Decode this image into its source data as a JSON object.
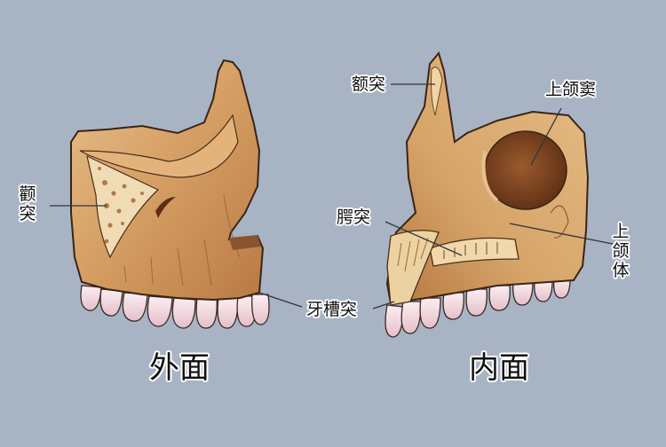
{
  "background_color": "#a8b4c4",
  "bone_color": "#d9a56a",
  "teeth_color": "#f3dde3",
  "views": [
    {
      "title": "外面",
      "description": "lateral view of maxilla"
    },
    {
      "title": "内面",
      "description": "medial view of maxilla"
    }
  ],
  "labels": {
    "zygomatic_process": "颧突",
    "frontal_process": "额突",
    "maxillary_sinus": "上颌窦",
    "palatine_process": "腭突",
    "maxilla_body": "上颌体",
    "alveolar_process": "牙槽突"
  }
}
